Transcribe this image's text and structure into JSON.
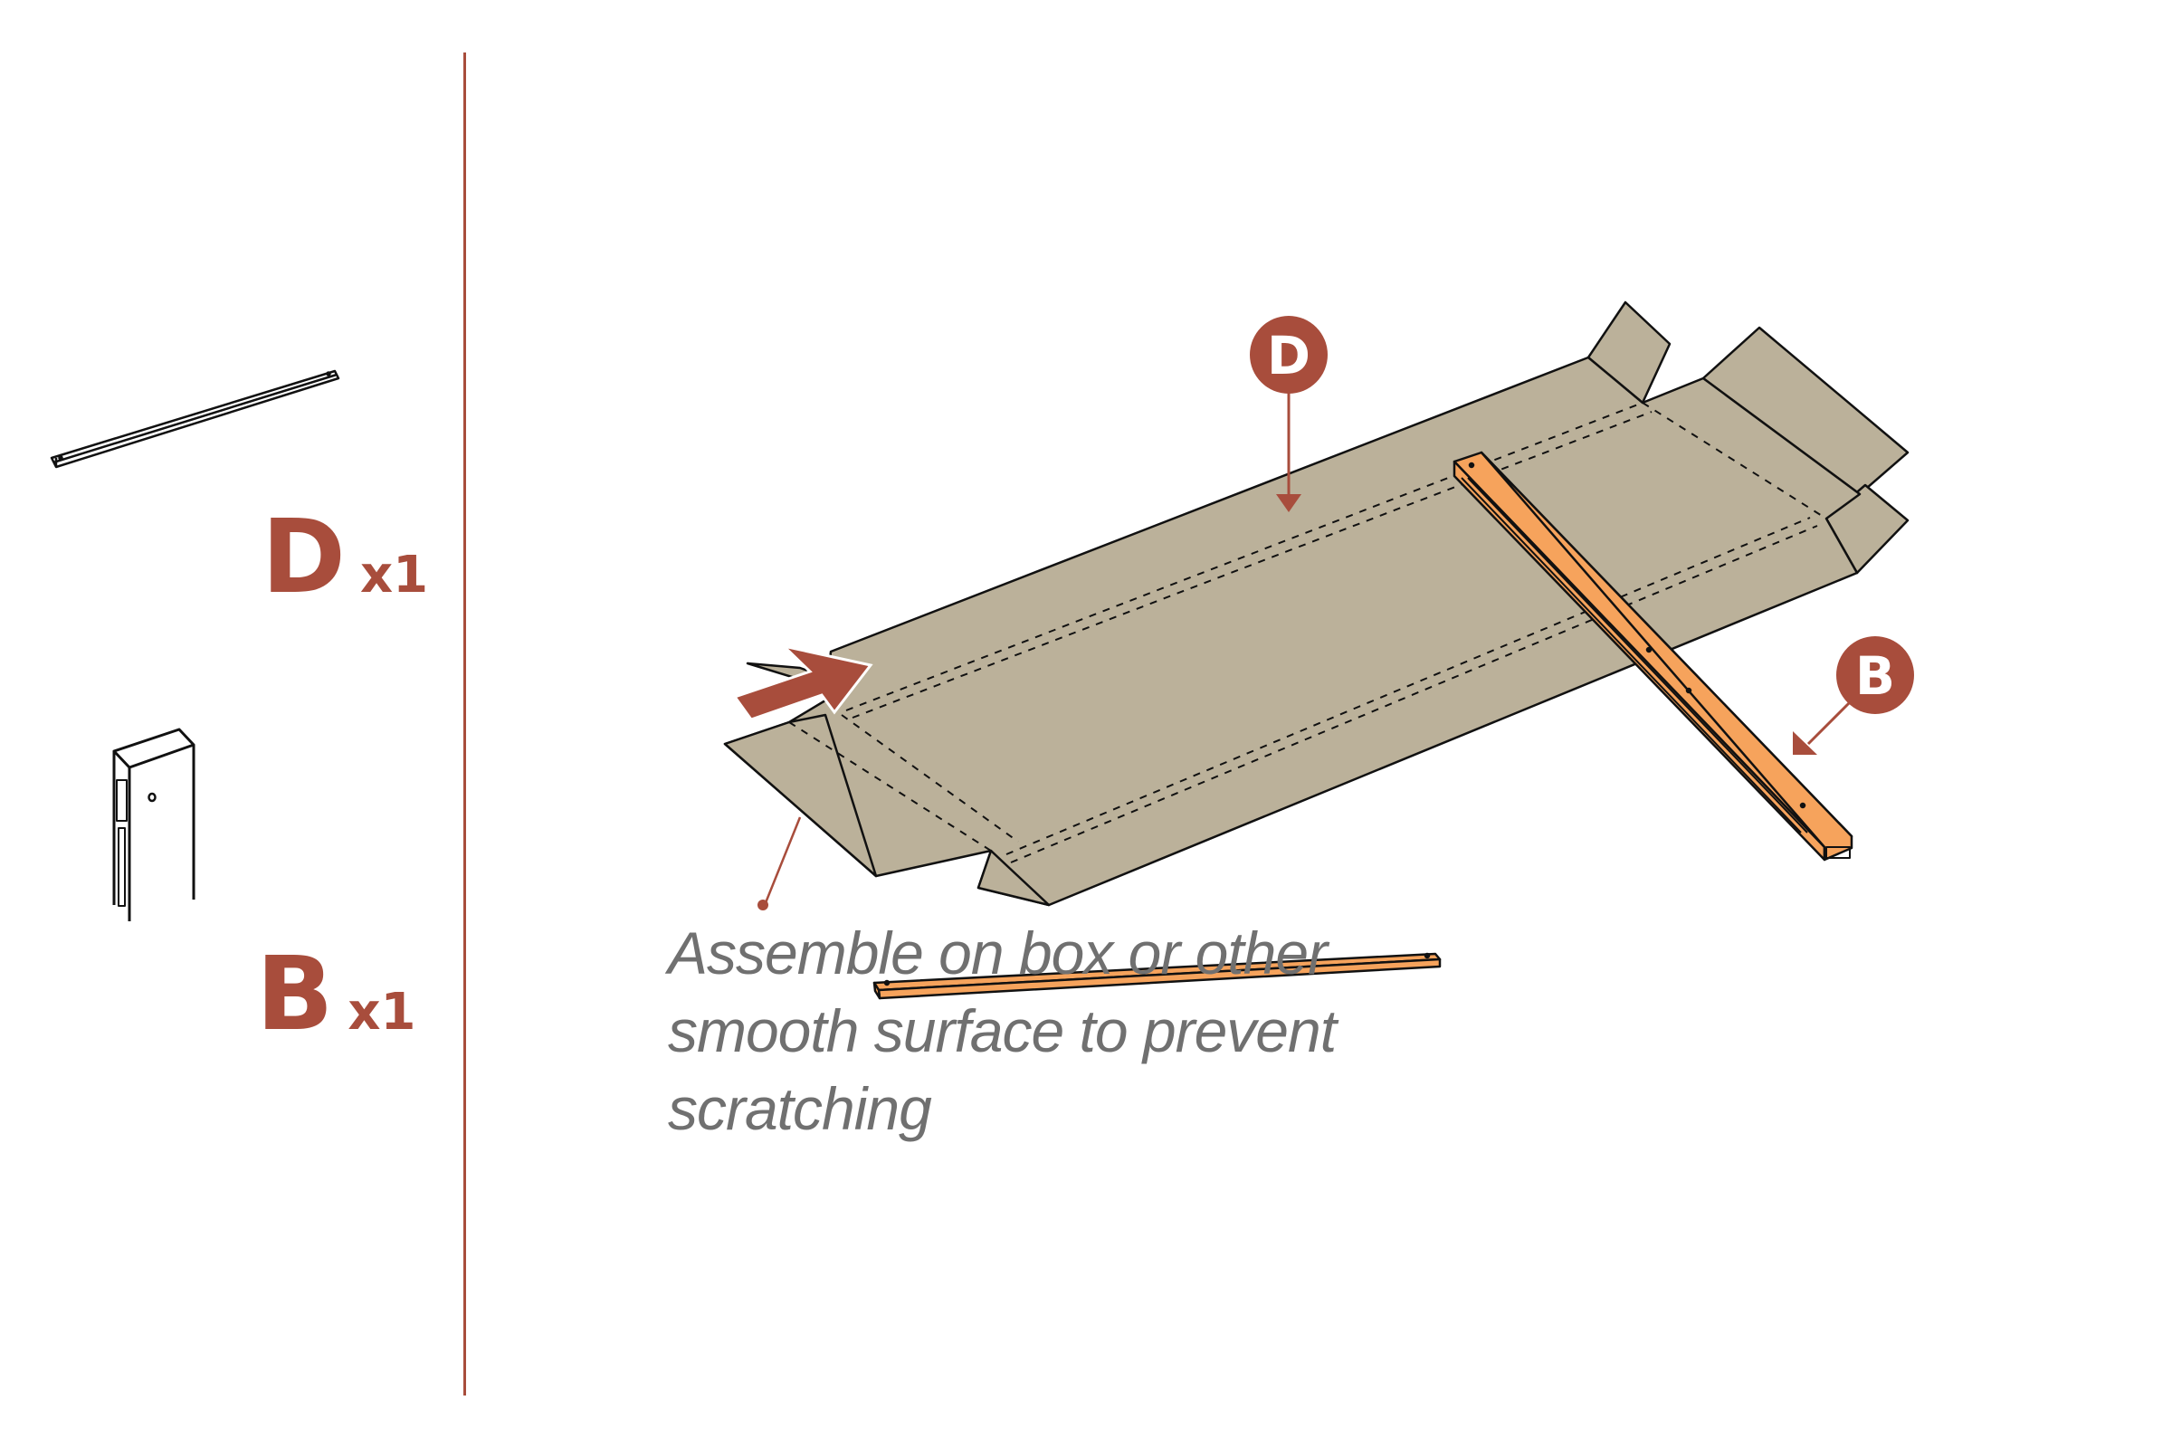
{
  "parts_list": [
    {
      "letter": "D",
      "quantity": "x1",
      "icon": "rod-icon"
    },
    {
      "letter": "B",
      "quantity": "x1",
      "icon": "post-icon"
    }
  ],
  "diagram": {
    "callouts": [
      {
        "letter": "D",
        "target": "short rod"
      },
      {
        "letter": "B",
        "target": "long beam"
      }
    ],
    "note": {
      "lines": [
        "Assemble on box or other",
        "smooth surface to prevent",
        "scratching"
      ]
    },
    "colors": {
      "accent": "#a84d3c",
      "box": "#bbb19a",
      "wood": "#f6a35c",
      "text": "#707070",
      "outline": "#111111"
    }
  }
}
